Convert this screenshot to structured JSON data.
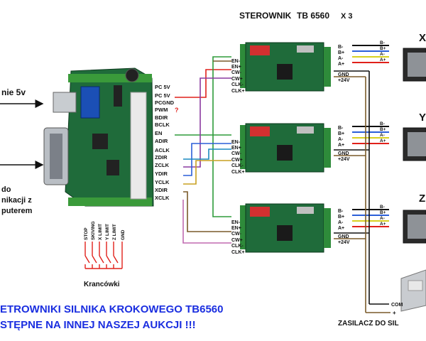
{
  "header": {
    "title": "STEROWNIK",
    "model": "TB 6560",
    "count": "X 3"
  },
  "left_labels": {
    "power_fragment": "nie 5v",
    "comm_line1": "do",
    "comm_line2": "nikacji z",
    "comm_line3": "puterem"
  },
  "breakout_pins_right": [
    "PC 5V",
    "PC 5V",
    "PCGND",
    "PWM",
    "BDIR",
    "BCLK",
    "EN",
    "ADIR",
    "ACLK",
    "ZDIR",
    "ZCLK",
    "YDIR",
    "YCLK",
    "XDIR",
    "XCLK"
  ],
  "pwm_note": "?",
  "limit_pins": [
    "STOP",
    "SKIVING",
    "X LIMIT",
    "Y LIMIT",
    "Z LIMIT",
    "GND"
  ],
  "limit_caption": "Krancówki",
  "driver_inputs": [
    "EN-",
    "EN+",
    "CW-",
    "CW+",
    "CLK-",
    "CLK+"
  ],
  "driver_outputs": [
    "B-",
    "B+",
    "A-",
    "A+",
    "GND",
    "+24V"
  ],
  "motor_coils": [
    "B-",
    "B+",
    "A-",
    "A+"
  ],
  "motor_labels": [
    "X",
    "Y",
    "Z"
  ],
  "psu": {
    "com": "COM",
    "plus": "+",
    "caption": "ZASILACZ DO SIL"
  },
  "footer": {
    "line1": "ETROWNIKI SILNIKA KROKOWEGO TB6560",
    "line2": "STĘPNE NA INNEJ NASZEJ AUKCJI  !!!"
  },
  "colors": {
    "footer_text": "#1a2ee0",
    "pwm_note": "#e0201a",
    "board_green": "#1f6b3a",
    "terminal_green": "#2e8b3a"
  }
}
